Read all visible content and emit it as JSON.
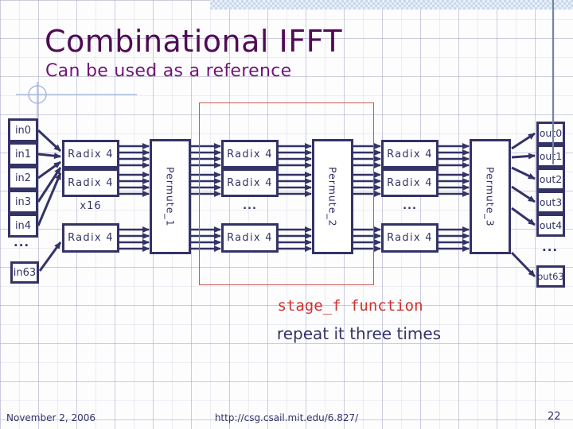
{
  "slide": {
    "title": "Combinational IFFT",
    "subtitle": "Can be used as a reference",
    "annotations": {
      "stage_function": "stage_f function",
      "repeat": "repeat it three times"
    },
    "footer": {
      "date": "November 2, 2006",
      "url": "http://csg.csail.mit.edu/6.827/",
      "page_number": "22"
    }
  },
  "diagram": {
    "inputs": {
      "boxes": [
        "in0",
        "in1",
        "in2",
        "in3",
        "in4"
      ],
      "ellipsis": "...",
      "last": "in63"
    },
    "outputs": {
      "boxes": [
        "out0",
        "out1",
        "out2",
        "out3",
        "out4"
      ],
      "ellipsis": "...",
      "last": "out63"
    },
    "stages": [
      {
        "radix_top": "Radix 4",
        "radix_mid": "Radix 4",
        "between": "x16",
        "radix_bottom": "Radix 4",
        "permute": "Permute_1"
      },
      {
        "radix_top": "Radix 4",
        "radix_mid": "Radix 4",
        "between": "...",
        "radix_bottom": "Radix 4",
        "permute": "Permute_2"
      },
      {
        "radix_top": "Radix 4",
        "radix_mid": "Radix 4",
        "between": "...",
        "radix_bottom": "Radix 4",
        "permute": "Permute_3"
      }
    ],
    "colors": {
      "navy": "#333366",
      "red_box": "#c25a52",
      "red_text": "#cc3333",
      "title_purple": "#500b54",
      "subtitle_purple": "#701577"
    }
  }
}
